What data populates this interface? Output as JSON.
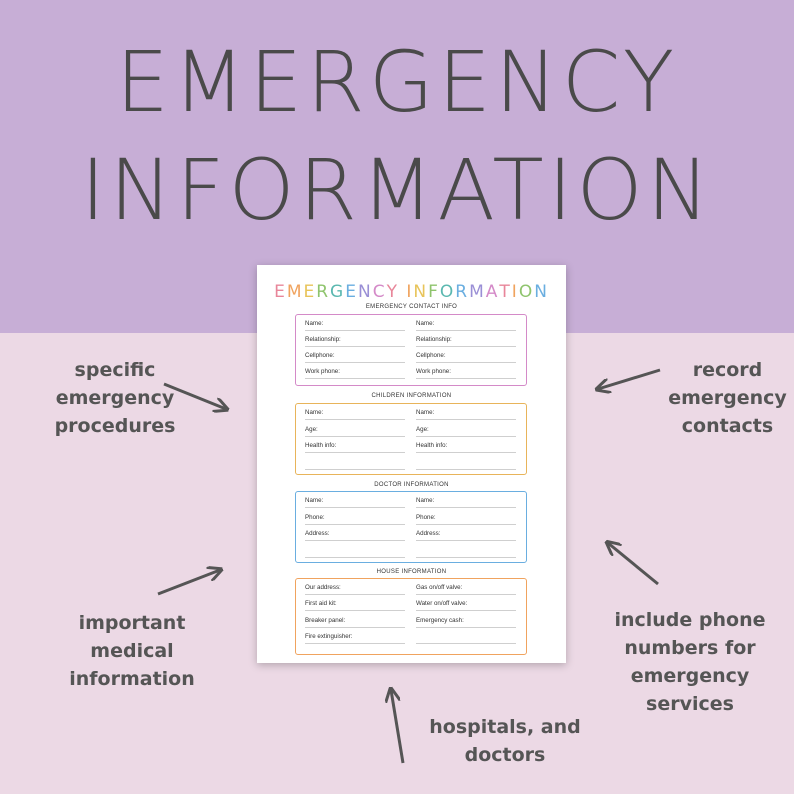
{
  "headline": {
    "line1": "EMERGENCY",
    "line2": "INFORMATION"
  },
  "sheet": {
    "title_letters": [
      {
        "ch": "E",
        "color": "#e8869a"
      },
      {
        "ch": "M",
        "color": "#f0a35e"
      },
      {
        "ch": "E",
        "color": "#e8c45a"
      },
      {
        "ch": "R",
        "color": "#8fc46d"
      },
      {
        "ch": "G",
        "color": "#5bb8b0"
      },
      {
        "ch": "E",
        "color": "#6aaee0"
      },
      {
        "ch": "N",
        "color": "#9a8fd6"
      },
      {
        "ch": "C",
        "color": "#d48ac8"
      },
      {
        "ch": "Y",
        "color": "#e8869a"
      },
      {
        "ch": " ",
        "color": "#ffffff"
      },
      {
        "ch": "I",
        "color": "#f0a35e"
      },
      {
        "ch": "N",
        "color": "#e8c45a"
      },
      {
        "ch": "F",
        "color": "#8fc46d"
      },
      {
        "ch": "O",
        "color": "#5bb8b0"
      },
      {
        "ch": "R",
        "color": "#6aaee0"
      },
      {
        "ch": "M",
        "color": "#9a8fd6"
      },
      {
        "ch": "A",
        "color": "#d48ac8"
      },
      {
        "ch": "T",
        "color": "#e8869a"
      },
      {
        "ch": "I",
        "color": "#f0a35e"
      },
      {
        "ch": "O",
        "color": "#8fc46d"
      },
      {
        "ch": "N",
        "color": "#6aaee0"
      }
    ],
    "sections": [
      {
        "label": "EMERGENCY CONTACT INFO",
        "border": "#d48ac8",
        "left": [
          "Name:",
          "Relationship:",
          "Cellphone:",
          "Work phone:"
        ],
        "right": [
          "Name:",
          "Relationship:",
          "Cellphone:",
          "Work phone:"
        ]
      },
      {
        "label": "CHILDREN INFORMATION",
        "border": "#e8b45a",
        "left": [
          "Name:",
          "Age:",
          "Health info:"
        ],
        "right": [
          "Name:",
          "Age:",
          "Health info:"
        ]
      },
      {
        "label": "DOCTOR INFORMATION",
        "border": "#6aaee0",
        "left": [
          "Name:",
          "Phone:",
          "Address:"
        ],
        "right": [
          "Name:",
          "Phone:",
          "Address:"
        ]
      },
      {
        "label": "HOUSE INFORMATION",
        "border": "#f0a35e",
        "left": [
          "Our address:",
          "First aid kit:",
          "Breaker panel:",
          "Fire extinguisher:"
        ],
        "right": [
          "Gas on/off valve:",
          "Water on/off valve:",
          "Emergency cash:"
        ]
      }
    ]
  },
  "notes": {
    "specific": [
      "specific",
      "emergency",
      "procedures"
    ],
    "record": [
      "record",
      "emergency",
      "contacts"
    ],
    "medical": [
      "important",
      "medical",
      "information"
    ],
    "phone": [
      "include phone",
      "numbers for",
      "emergency",
      "services"
    ],
    "hospitals": [
      "hospitals, and",
      "doctors"
    ]
  },
  "colors": {
    "top_band": "#c7aed6",
    "bottom_band": "#ecd9e5",
    "text": "#555555"
  }
}
